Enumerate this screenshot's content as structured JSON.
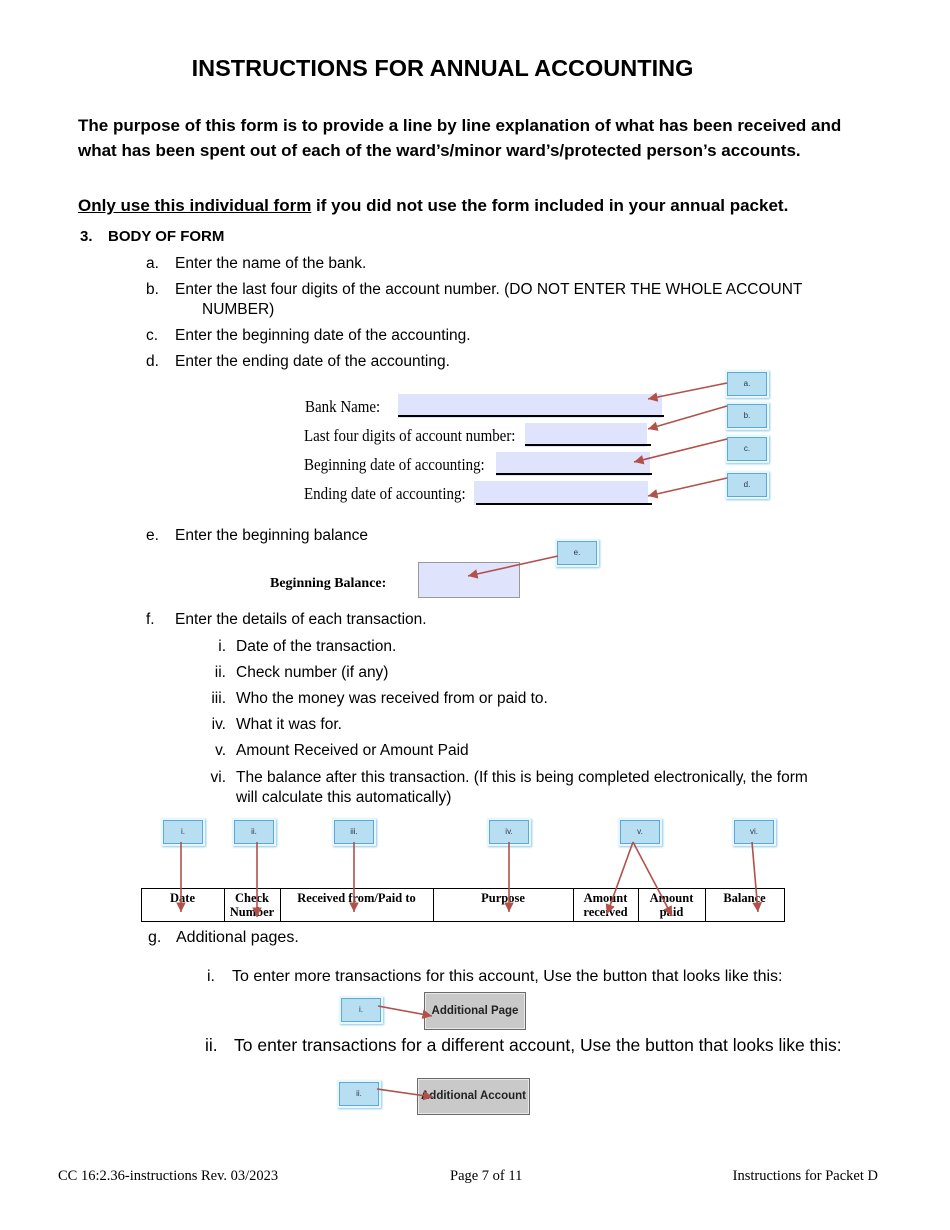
{
  "title": "INSTRUCTIONS FOR ANNUAL ACCOUNTING",
  "purpose": "The purpose of this form is to provide a line by line explanation of what has been received and what has been spent out of each of the ward’s/minor ward’s/protected person’s accounts.",
  "only_use": {
    "underlined": "Only use this individual form",
    "rest": " if you did not use the form included in your annual packet."
  },
  "section": {
    "number": "3.",
    "heading": "BODY OF FORM"
  },
  "items": {
    "a": {
      "label": "a.",
      "text": "Enter the name of the bank."
    },
    "b": {
      "label": "b.",
      "text": "Enter the last four digits of the account number. (DO NOT ENTER THE WHOLE ACCOUNT",
      "text2": "NUMBER)"
    },
    "c": {
      "label": "c.",
      "text": "Enter the beginning date of the accounting."
    },
    "d": {
      "label": "d.",
      "text": "Enter the ending date of the accounting."
    },
    "e": {
      "label": "e.",
      "text": "Enter the beginning balance"
    },
    "f": {
      "label": "f.",
      "text": "Enter the details of each transaction."
    },
    "g": {
      "label": "g.",
      "text": "Additional pages."
    }
  },
  "form_fields": {
    "bank_name": "Bank Name:",
    "last_four": "Last four digits of account number:",
    "begin_date": "Beginning date of accounting:",
    "end_date": "Ending date of accounting:",
    "beginning_balance": "Beginning Balance:"
  },
  "callouts": {
    "a": "a.",
    "b": "b.",
    "c": "c.",
    "d": "d.",
    "e": "e.",
    "i": "i.",
    "ii": "ii.",
    "iii": "iii.",
    "iv": "iv.",
    "v": "v.",
    "vi": "vi."
  },
  "subitems": [
    {
      "label": "i.",
      "text": "Date of the transaction."
    },
    {
      "label": "ii.",
      "text": "Check number (if any)"
    },
    {
      "label": "iii.",
      "text": "Who the money was received from or paid to."
    },
    {
      "label": "iv.",
      "text": "What it was for."
    },
    {
      "label": "v.",
      "text": "Amount Received or Amount Paid"
    },
    {
      "label": "vi.",
      "text": "The balance after this transaction. (If this is being completed electronically, the form",
      "text2": "will calculate this automatically)"
    }
  ],
  "table_headers": {
    "date": "Date",
    "check": "Check",
    "check2": "Number",
    "received_paid": "Received from/Paid to",
    "purpose": "Purpose",
    "amount_received": "Amount",
    "amount_received2": "received",
    "amount_paid": "Amount",
    "amount_paid2": "paid",
    "balance": "Balance"
  },
  "g_items": [
    {
      "label": "i.",
      "text": "To enter more transactions for this account, Use the button that looks like this:"
    },
    {
      "label": "ii.",
      "text": "To enter transactions for a different account, Use the button that looks like this:"
    }
  ],
  "buttons": {
    "additional_page": "Additional Page",
    "additional_account": "Additional Account"
  },
  "footer": {
    "left": "CC 16:2.36-instructions Rev. 03/2023",
    "center": "Page 7 of 11",
    "right": "Instructions for Packet D"
  }
}
